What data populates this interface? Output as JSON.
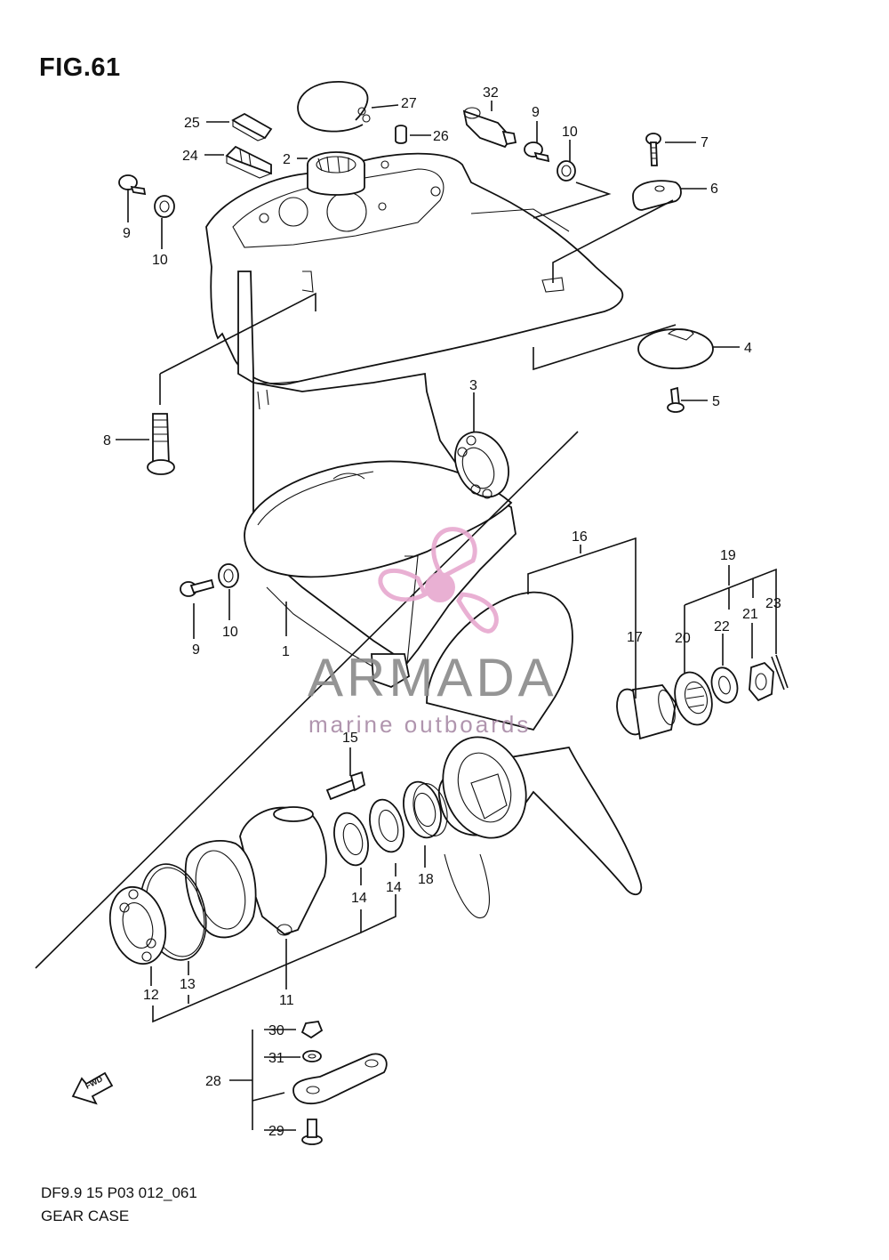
{
  "figure": {
    "title": "FIG.61"
  },
  "footer": {
    "code": "DF9.9 15 P03 012_061",
    "name": "GEAR CASE"
  },
  "watermark": {
    "brand": "ARMADA",
    "tagline": "marine outboards",
    "logo_color": "#e7a8cf",
    "brand_color": "#8a8a8a"
  },
  "fwd_label": "FWD",
  "callouts": {
    "p1": "1",
    "p2": "2",
    "p3": "3",
    "p4": "4",
    "p5": "5",
    "p6": "6",
    "p7": "7",
    "p8": "8",
    "p9a": "9",
    "p9b": "9",
    "p9c": "9",
    "p10a": "10",
    "p10b": "10",
    "p10c": "10",
    "p11": "11",
    "p12": "12",
    "p13": "13",
    "p14a": "14",
    "p14b": "14",
    "p15": "15",
    "p16": "16",
    "p17": "17",
    "p18": "18",
    "p19": "19",
    "p20": "20",
    "p21": "21",
    "p22": "22",
    "p23": "23",
    "p24": "24",
    "p25": "25",
    "p26": "26",
    "p27": "27",
    "p28": "28",
    "p29": "29",
    "p30": "30",
    "p31": "31",
    "p32": "32"
  }
}
